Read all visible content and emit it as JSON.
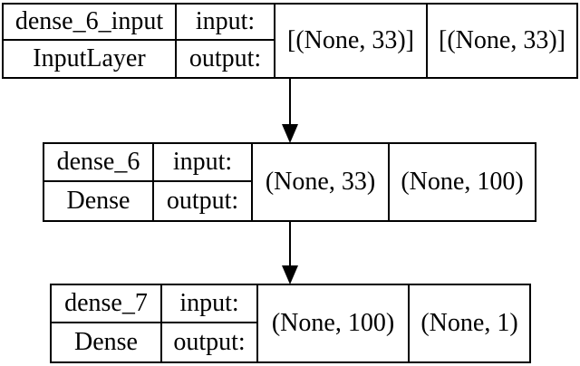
{
  "diagram": {
    "kind": "model-architecture-graph",
    "background_color": "#ffffff",
    "border_color": "#000000",
    "text_color": "#000000"
  },
  "nodes": [
    {
      "name": "dense_6_input",
      "type": "InputLayer",
      "input_label": "input:",
      "output_label": "output:",
      "input_shape": "[(None, 33)]",
      "output_shape": "[(None, 33)]"
    },
    {
      "name": "dense_6",
      "type": "Dense",
      "input_label": "input:",
      "output_label": "output:",
      "input_shape": "(None, 33)",
      "output_shape": "(None, 100)"
    },
    {
      "name": "dense_7",
      "type": "Dense",
      "input_label": "input:",
      "output_label": "output:",
      "input_shape": "(None, 100)",
      "output_shape": "(None, 1)"
    }
  ],
  "edges": [
    {
      "from": "dense_6_input",
      "to": "dense_6"
    },
    {
      "from": "dense_6",
      "to": "dense_7"
    }
  ]
}
